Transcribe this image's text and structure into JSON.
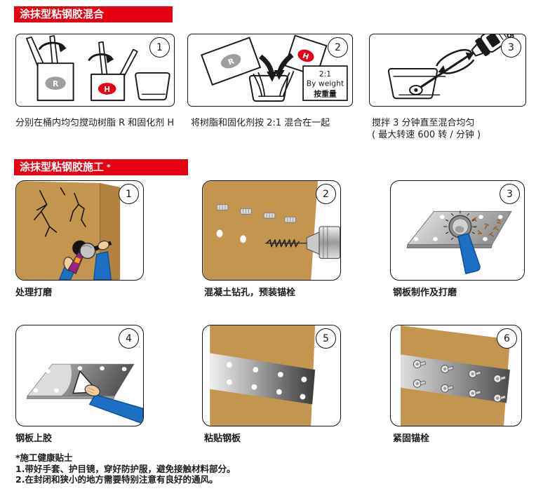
{
  "colors": {
    "accent_red": "#E60012",
    "wall_tan": "#C3954F",
    "wall_tan_dark": "#B1823F",
    "sleeve_blue": "#1C6FC2",
    "resin_gray": "#9E9E9E",
    "hardener_red": "#E60012"
  },
  "mixing": {
    "title": "涂抹型粘钢胶混合",
    "steps": [
      {
        "num": "1",
        "caption": "分别在桶内均匀搅动树脂 R 和固化剂 H",
        "resin_label": "R",
        "hardener_label": "H"
      },
      {
        "num": "2",
        "caption": "将树脂和固化剂按 2:1 混合在一起",
        "resin_label": "R",
        "hardener_label": "H",
        "ratio_box": {
          "ratio": "2:1",
          "by_weight_en": "By weight",
          "by_weight_zh": "按重量"
        }
      },
      {
        "num": "3",
        "caption_line1": "搅拌 3 分钟直至混合均匀",
        "caption_line2": "( 最大转速 600 转 / 分钟 )"
      }
    ]
  },
  "application": {
    "title": "涂抹型粘钢胶施工",
    "title_mark": "*",
    "steps": [
      {
        "num": "1",
        "caption": "处理打磨"
      },
      {
        "num": "2",
        "caption": "混凝土钻孔，预装锚栓"
      },
      {
        "num": "3",
        "caption": "钢板制作及打磨"
      },
      {
        "num": "4",
        "caption": "钢板上胶"
      },
      {
        "num": "5",
        "caption": "粘贴钢板"
      },
      {
        "num": "6",
        "caption": "紧固锚栓"
      }
    ]
  },
  "footnote": {
    "title": "*施工健康贴士",
    "line1": "1.带好手套、护目镜，穿好防护服，避免接触材料部分。",
    "line2": "2.在封闭和狭小的地方需要特别注意有良好的通风。"
  }
}
